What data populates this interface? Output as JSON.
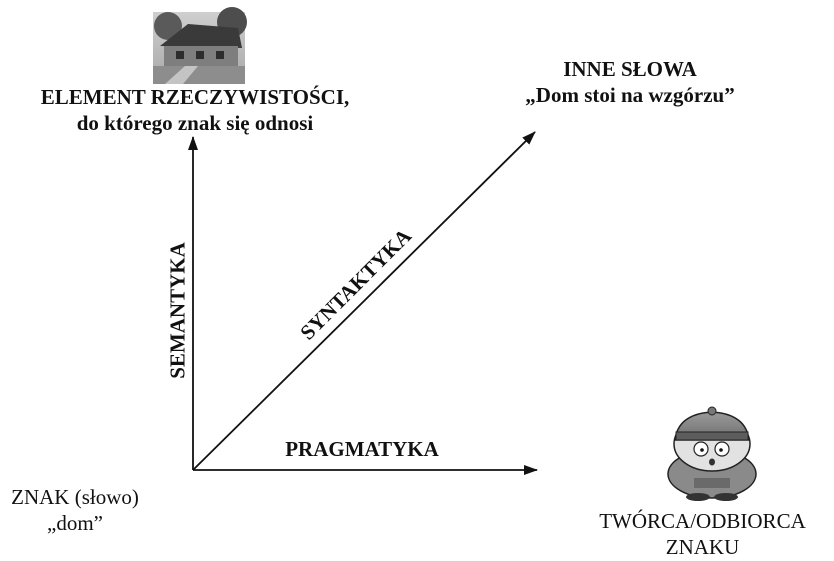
{
  "nodes": {
    "reality": {
      "line1": "ELEMENT RZECZYWISTOŚCI,",
      "line2": "do którego znak się odnosi",
      "image": "house-photo"
    },
    "other_words": {
      "line1": "INNE SŁOWA",
      "line2": "„Dom stoi na wzgórzu”"
    },
    "sign": {
      "line1": "ZNAK (słowo)",
      "line2": "„dom”"
    },
    "user": {
      "line1": "TWÓRCA/ODBIORCA",
      "line2": "ZNAKU",
      "image": "cartoon-character"
    }
  },
  "axes": {
    "vertical": "SEMANTYKA",
    "diagonal": "SYNTAKTYKA",
    "horizontal": "PRAGMATYKA"
  },
  "colors": {
    "ink": "#111111",
    "background": "#ffffff"
  }
}
